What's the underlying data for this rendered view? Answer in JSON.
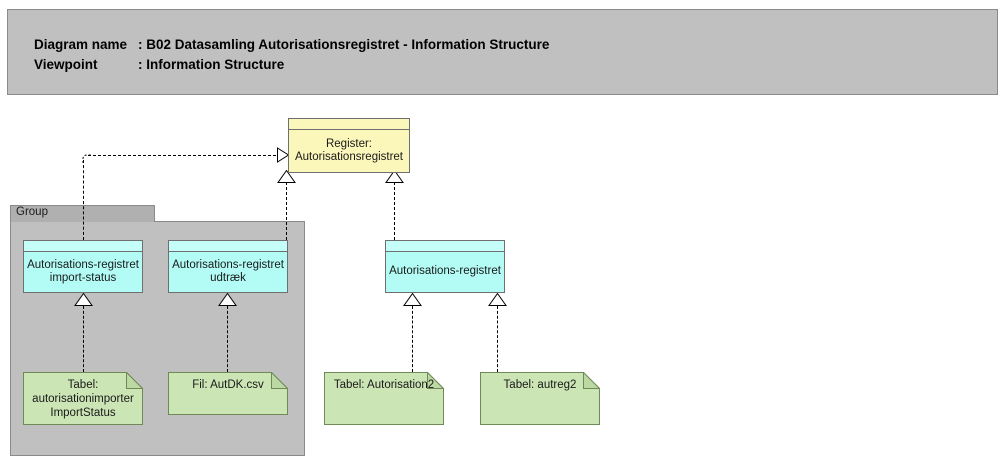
{
  "header": {
    "diagram_name_label": "Diagram name",
    "diagram_name_sep": ": ",
    "diagram_name_value": "B02 Datasamling Autorisationsregistret - Information Structure",
    "viewpoint_label": "Viewpoint",
    "viewpoint_sep": ": ",
    "viewpoint_value": "Information Structure",
    "background_color": "#c0c0c0"
  },
  "group": {
    "label": "Group",
    "background_color": "#c0c0c0",
    "tab_color": "#b0b0b0"
  },
  "colors": {
    "register_yellow": "#fbf6ba",
    "object_cyan": "#b2fcf5",
    "artifact_green": "#cce5b5",
    "fold_green": "#bcd9a3",
    "border": "#6f6f6f",
    "connector": "#000000"
  },
  "nodes": {
    "register": {
      "label": "Register: Autorisationsregistret",
      "type": "business-object",
      "color": "#fbf6ba"
    },
    "import_status": {
      "label": "Autorisations-registret import-status",
      "type": "data-object",
      "color": "#b2fcf5"
    },
    "udtraek": {
      "label": "Autorisations-registret udtræk",
      "type": "data-object",
      "color": "#b2fcf5"
    },
    "autorisationsregistret": {
      "label": "Autorisations-registret",
      "type": "data-object",
      "color": "#b2fcf5"
    }
  },
  "artifacts": [
    {
      "id": "tabel-autorisationimporter",
      "label": "Tabel: autorisationimporter ImportStatus"
    },
    {
      "id": "fil-autdk",
      "label": "Fil: AutDK.csv"
    },
    {
      "id": "tabel-autorisation2",
      "label": "Tabel: Autorisation2"
    },
    {
      "id": "tabel-autreg2",
      "label": "Tabel: autreg2"
    }
  ],
  "connectors": [
    {
      "id": "import-status-to-register",
      "kind": "realization",
      "arrow": "hollow-triangle",
      "line": "dashed"
    },
    {
      "id": "udtraek-to-register",
      "kind": "realization",
      "arrow": "hollow-triangle",
      "line": "dashed"
    },
    {
      "id": "autorisationsregistret-to-register",
      "kind": "realization",
      "arrow": "hollow-triangle",
      "line": "dashed"
    },
    {
      "id": "tabel-importstatus-to-import-status",
      "kind": "realization",
      "arrow": "hollow-triangle",
      "line": "dashed"
    },
    {
      "id": "fil-autdk-to-udtraek",
      "kind": "realization",
      "arrow": "hollow-triangle",
      "line": "dashed"
    },
    {
      "id": "tabel-autorisation2-to-autorisationsregistret",
      "kind": "realization",
      "arrow": "hollow-triangle",
      "line": "dashed"
    },
    {
      "id": "tabel-autreg2-to-autorisationsregistret",
      "kind": "realization",
      "arrow": "hollow-triangle",
      "line": "dashed"
    }
  ]
}
